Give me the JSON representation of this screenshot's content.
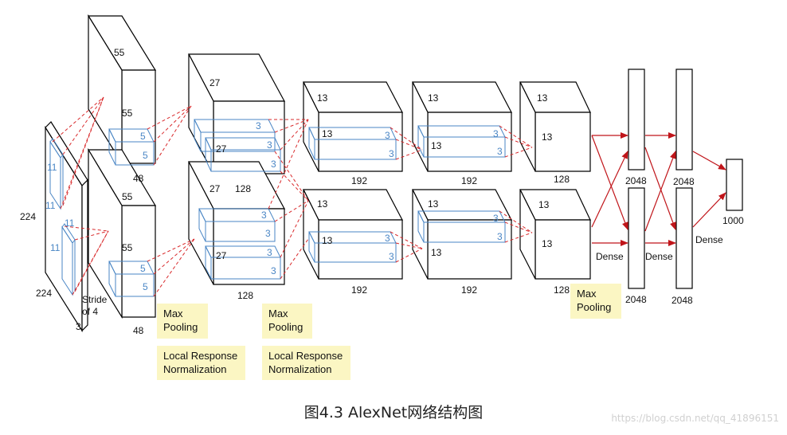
{
  "caption": "图4.3 AlexNet网络结构图",
  "watermark": "https://blog.csdn.net/qq_41896151",
  "colors": {
    "edge": "#000000",
    "kernel": "#4a86c5",
    "dashed": "#d9292b",
    "arrow": "#c0151a",
    "note_bg": "#fbf6c3"
  },
  "input": {
    "width": "224",
    "height": "224",
    "depth": "3",
    "kernel_top": "11",
    "kernel_side": "11",
    "kernel_low_top": "11",
    "kernel_low_side": "11",
    "stride": [
      "Stride",
      "of 4"
    ]
  },
  "conv1": {
    "size_top": "55",
    "size_mid": "55",
    "size_low": "55",
    "size_low_mid": "55",
    "depth_top": "48",
    "depth_low": "48",
    "kernel": "5"
  },
  "conv2": {
    "size_top": "27",
    "size_mid": "27",
    "size_low": "27",
    "depth": "128",
    "depth_low": "128",
    "kernel": "3"
  },
  "conv3": {
    "size": "13",
    "depth": "192",
    "kernel": "3"
  },
  "conv4": {
    "size": "13",
    "depth": "192",
    "kernel": "3"
  },
  "conv5": {
    "size": "13",
    "depth": "128"
  },
  "fc": {
    "fc1": "2048",
    "fc2": "2048",
    "fc3": "1000",
    "dense": "Dense"
  },
  "notes": {
    "maxpool": [
      "Max",
      "Pooling"
    ],
    "lrn": [
      "Local Response",
      "Normalization"
    ]
  }
}
